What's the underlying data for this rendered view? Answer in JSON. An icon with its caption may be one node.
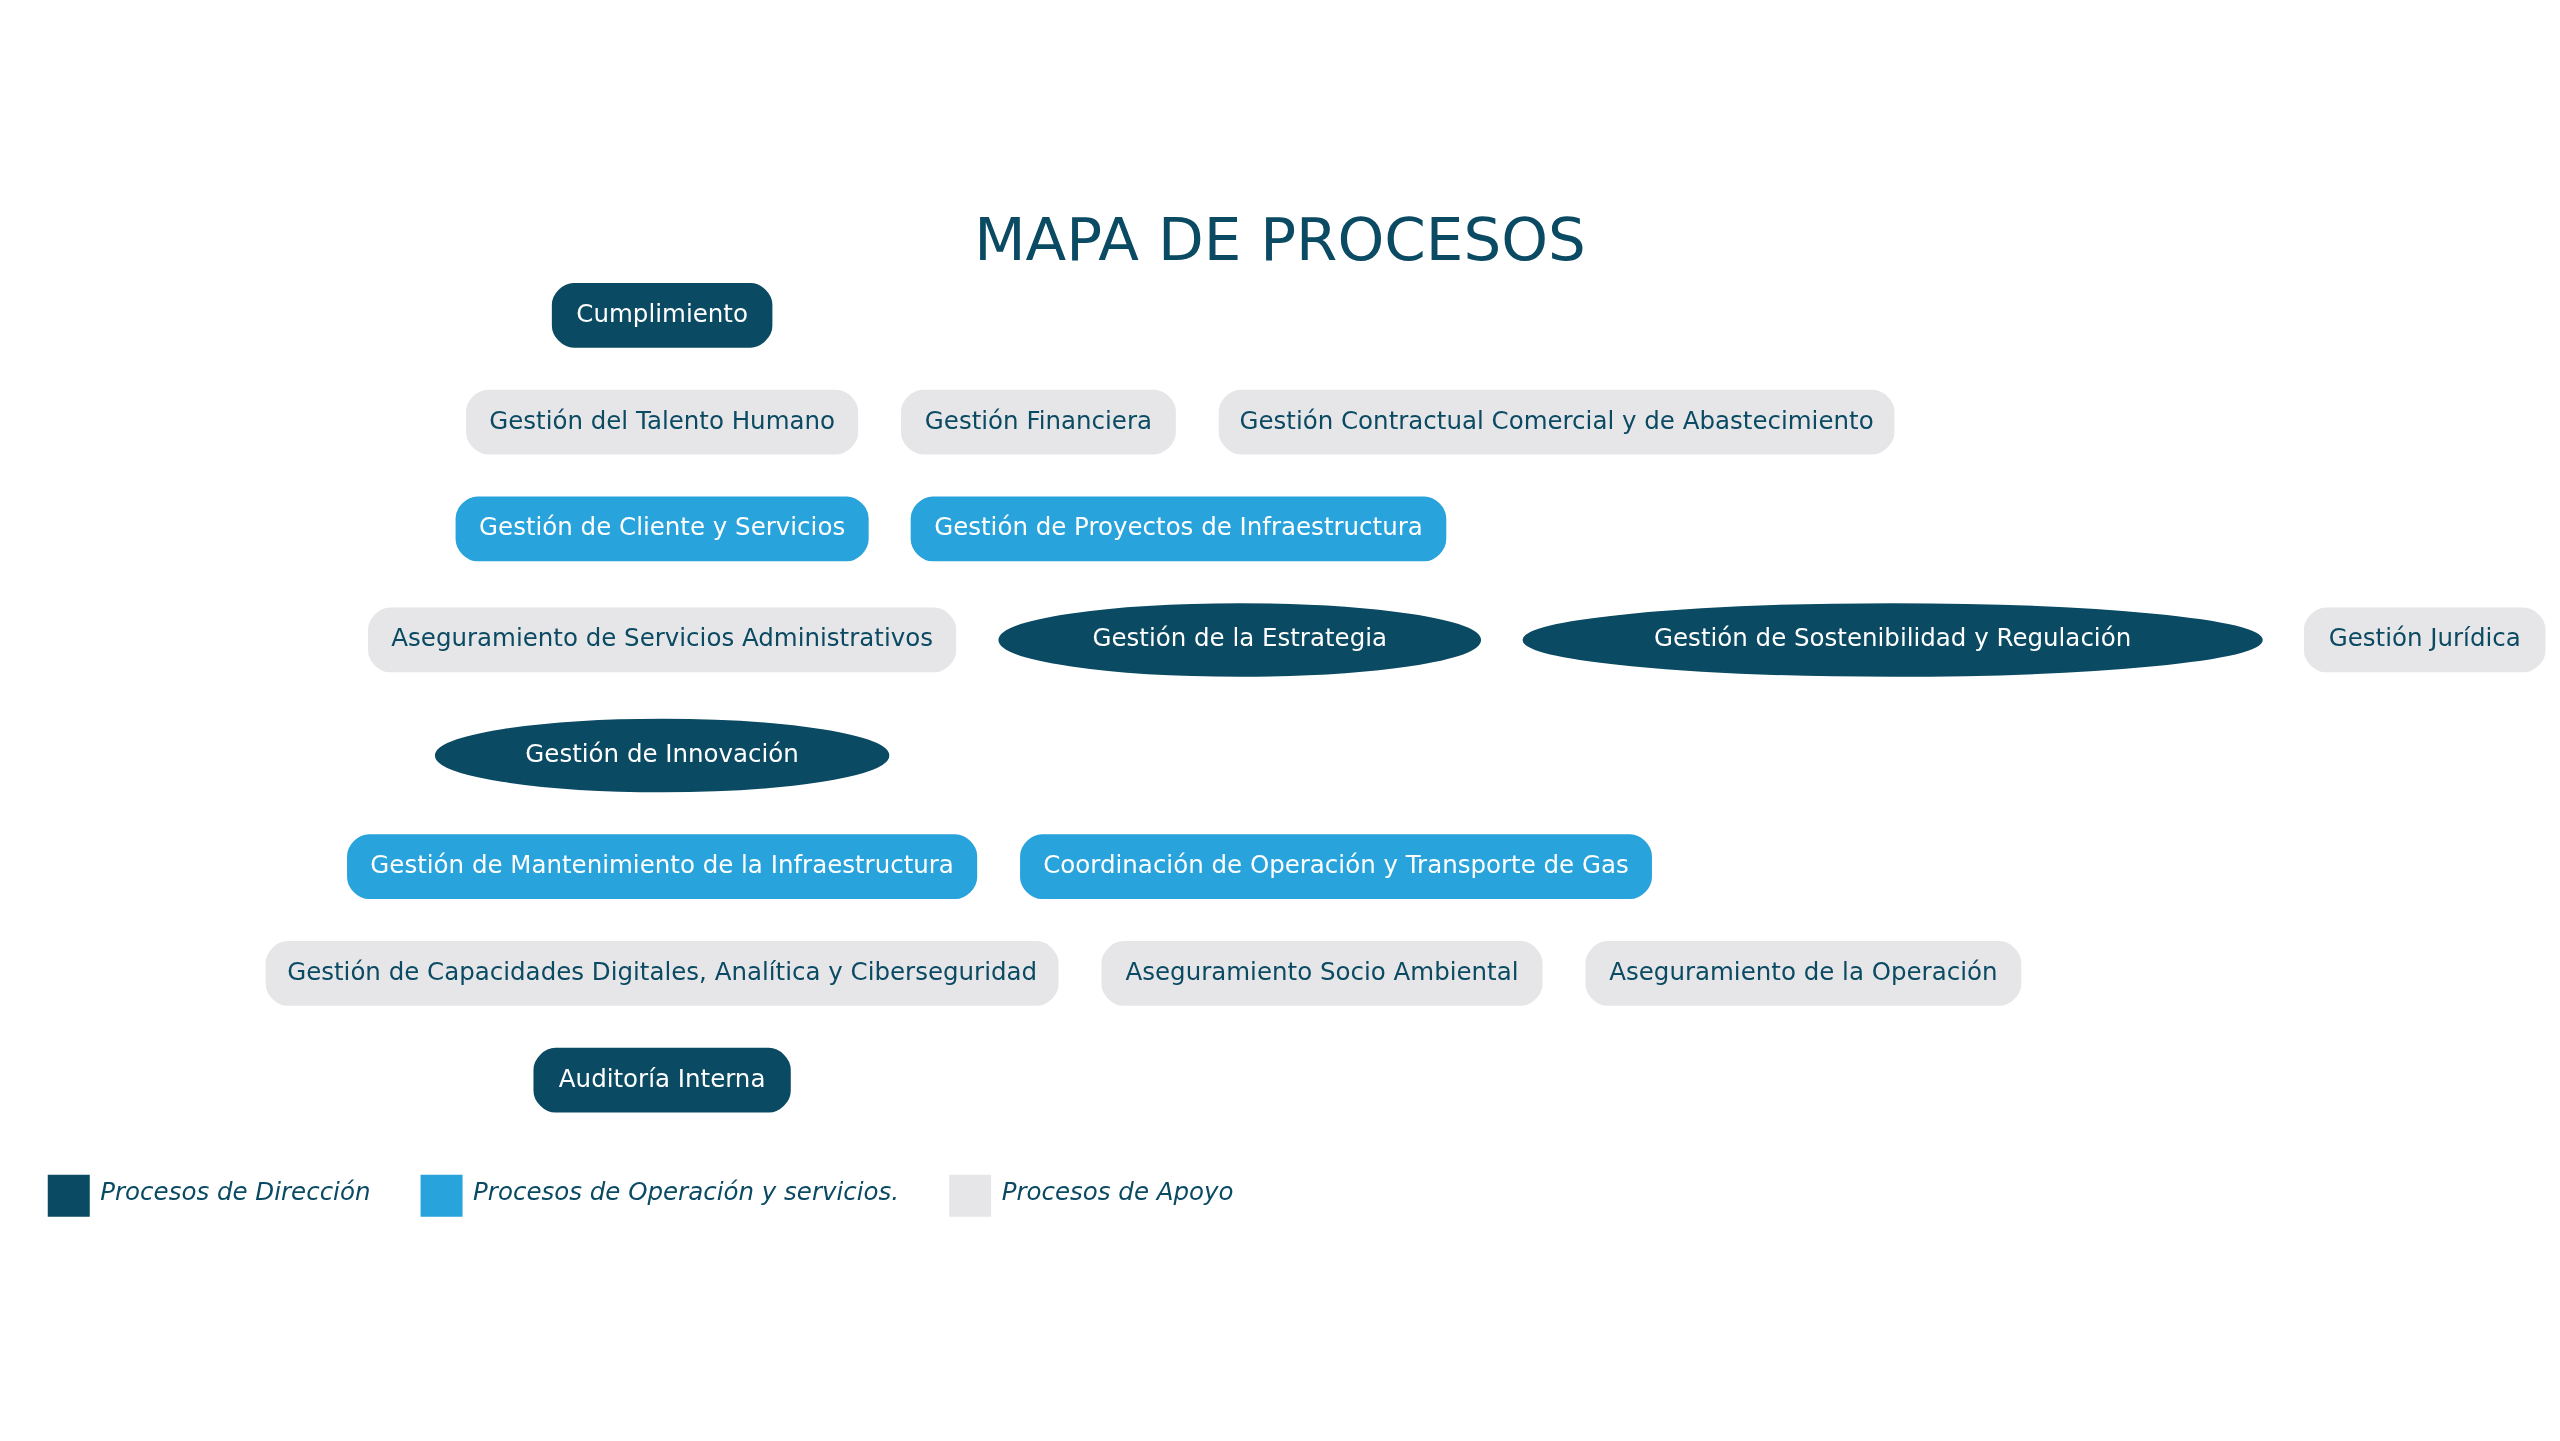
{
  "diagram": {
    "title": "MAPA DE PROCESOS",
    "nodes": [
      {
        "text": [
          "Cumplimiento"
        ]
      },
      {
        "text": [
          "Gestión Financiera"
        ]
      },
      {
        "text": [
          "Gestión del Talento Humano"
        ]
      },
      {
        "text": [
          "Gestión Contractual Comercial y de Abastecimiento"
        ]
      },
      {
        "text": [
          "Gestión de Cliente y Servicios"
        ]
      },
      {
        "text": [
          "Gestión de Proyectos de Infraestructura"
        ]
      },
      {
        "text": [
          "Gestión de la Estrategia"
        ]
      },
      {
        "text": [
          "Gestión de Sostenibilidad y Regulación"
        ]
      },
      {
        "text": [
          "Aseguramiento de Servicios Administrativos"
        ]
      },
      {
        "text": [
          "Gestión Jurídica"
        ]
      },
      {
        "text": [
          "Gestión de Innovación"
        ]
      },
      {
        "text": [
          "Gestión de Mantenimiento de la Infraestructura"
        ]
      },
      {
        "text": [
          "Coordinación de Operación y Transporte de Gas"
        ]
      },
      {
        "text": [
          "Gestión de Capacidades Digitales, Analítica y Ciberseguridad"
        ]
      },
      {
        "text": [
          "Aseguramiento Socio Ambiental"
        ]
      },
      {
        "text": [
          "Aseguramiento de la Operación"
        ]
      },
      {
        "text": [
          "Auditoría Interna"
        ]
      }
    ],
    "legend": [
      {
        "text": "Procesos de Dirección",
        "color": "#0b4a63"
      },
      {
        "text": "Procesos de Operación y servicios.",
        "color": "#29a3dc"
      },
      {
        "text": "Procesos de Apoyo",
        "color": "#e6e6e8"
      }
    ]
  }
}
